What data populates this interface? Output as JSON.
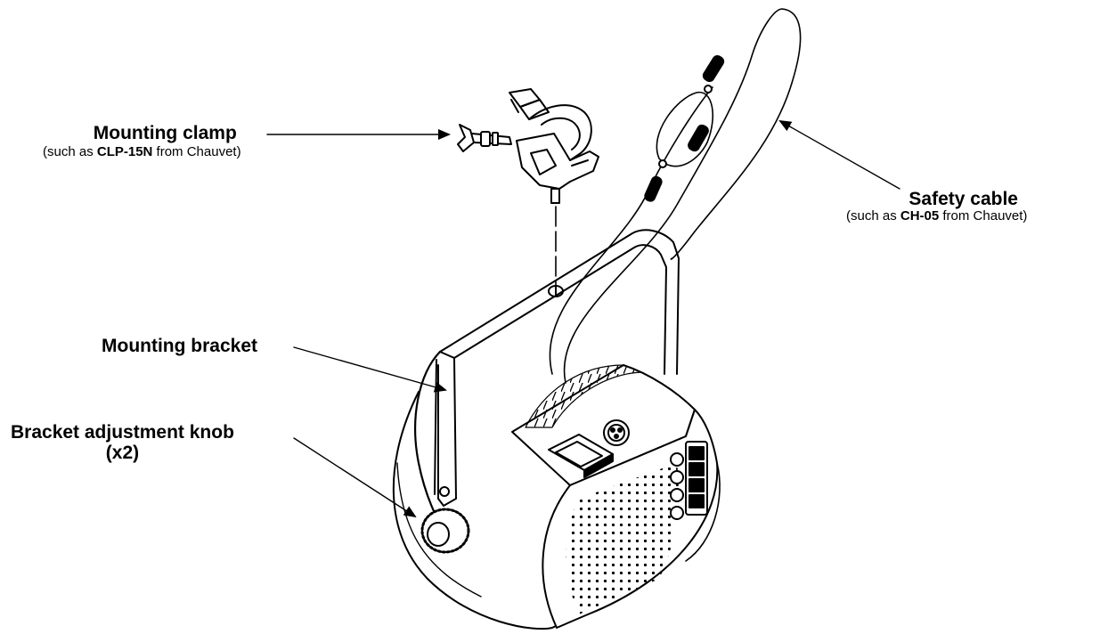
{
  "labels": {
    "mounting_clamp": {
      "title": "Mounting clamp",
      "sub_prefix": "(such as ",
      "sub_bold": "CLP-15N",
      "sub_suffix": " from Chauvet)"
    },
    "safety_cable": {
      "title": "Safety cable",
      "sub_prefix": "(such as ",
      "sub_bold": "CH-05",
      "sub_suffix": " from Chauvet)"
    },
    "mounting_bracket": {
      "title": "Mounting bracket"
    },
    "bracket_knob": {
      "title_line1": "Bracket adjustment knob",
      "title_line2": "(x2)"
    }
  },
  "colors": {
    "stroke": "#000000",
    "background": "#ffffff"
  }
}
